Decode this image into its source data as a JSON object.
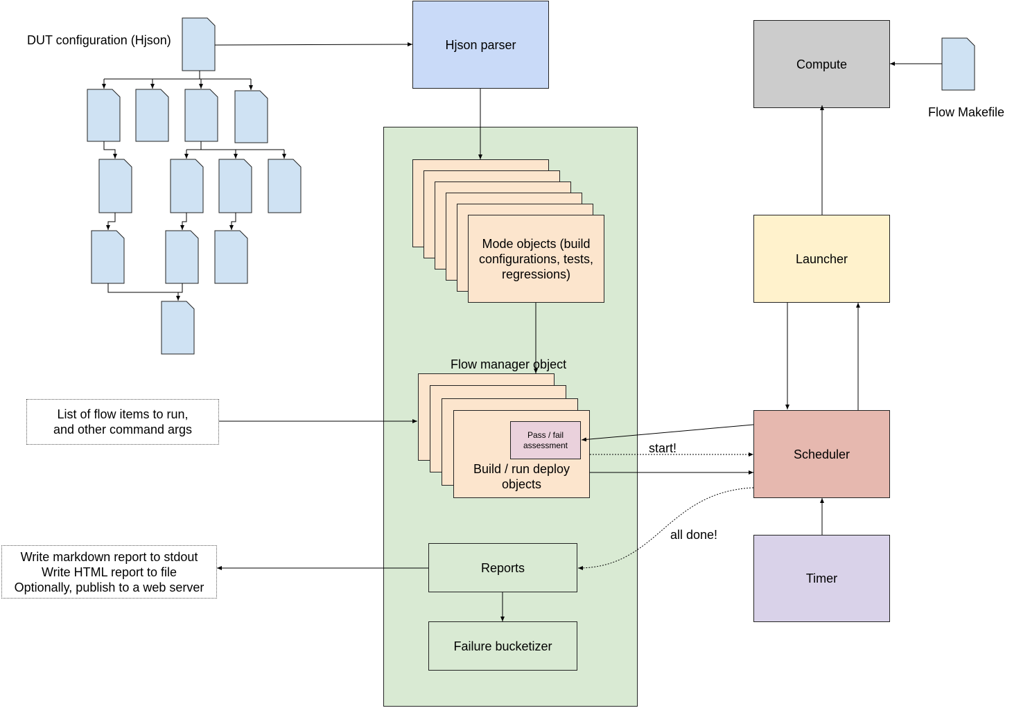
{
  "labels": {
    "dut_config": "DUT configuration (Hjson)",
    "hjson_parser": "Hjson parser",
    "compute": "Compute",
    "flow_makefile": "Flow Makefile",
    "launcher": "Launcher",
    "scheduler": "Scheduler",
    "timer": "Timer",
    "mode_objects": "Mode objects (build\nconfigurations, tests,\nregressions)",
    "flow_manager": "Flow manager object",
    "pass_fail": "Pass / fail\nassessment",
    "build_run": "Build / run deploy\nobjects",
    "reports": "Reports",
    "failure_bucketizer": "Failure bucketizer",
    "flow_items": "List of flow items to run,\nand other command args",
    "report_outputs": "Write markdown report to stdout\nWrite HTML report to file\nOptionally, publish to a web server",
    "start": "start!",
    "all_done": "all done!"
  },
  "colors": {
    "file_fill": "#cfe2f3",
    "parser_fill": "#c9daf8",
    "green_region": "#d9ead3",
    "mode_fill": "#fce5cd",
    "pass_fill": "#ead1dc",
    "compute_fill": "#cccccc",
    "launcher_fill": "#fff2cc",
    "scheduler_fill": "#e6b8af",
    "timer_fill": "#d9d2e9"
  }
}
